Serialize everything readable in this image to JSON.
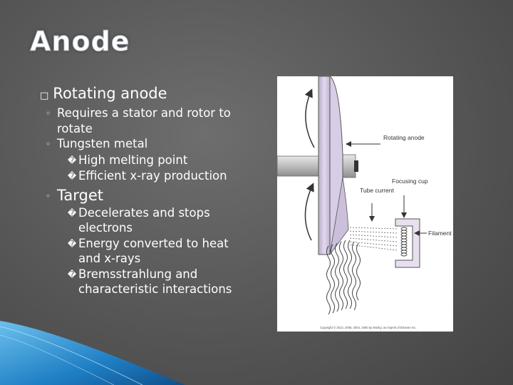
{
  "slide": {
    "title": "Anode",
    "bullets": [
      {
        "marker": "□",
        "text": "Rotating anode"
      },
      {
        "marker": "◦",
        "text": "Requires a stator and rotor to rotate"
      },
      {
        "marker": "◦",
        "text": "Tungsten metal"
      },
      {
        "marker": "�",
        "text": "High melting point"
      },
      {
        "marker": "�",
        "text": "Efficient x-ray production"
      },
      {
        "marker": "◦",
        "text": "Target"
      },
      {
        "marker": "�",
        "text": "Decelerates and stops electrons"
      },
      {
        "marker": "�",
        "text": "Energy converted to heat and x-rays"
      },
      {
        "marker": "�",
        "text": "Bremsstrahlung and characteristic interactions"
      }
    ]
  },
  "figure": {
    "labels": {
      "rotating_anode": "Rotating anode",
      "focusing_cup": "Focusing cup",
      "tube_current": "Tube current",
      "filament": "Filament"
    },
    "copyright": "Copyright © 2013, 2008, 2004, 2000 by Mosby, an imprint of Elsevier Inc."
  },
  "colors": {
    "background": "#5a5a5a",
    "disc": "#d9cfe6",
    "accent_wave": "#1f7fc4"
  }
}
